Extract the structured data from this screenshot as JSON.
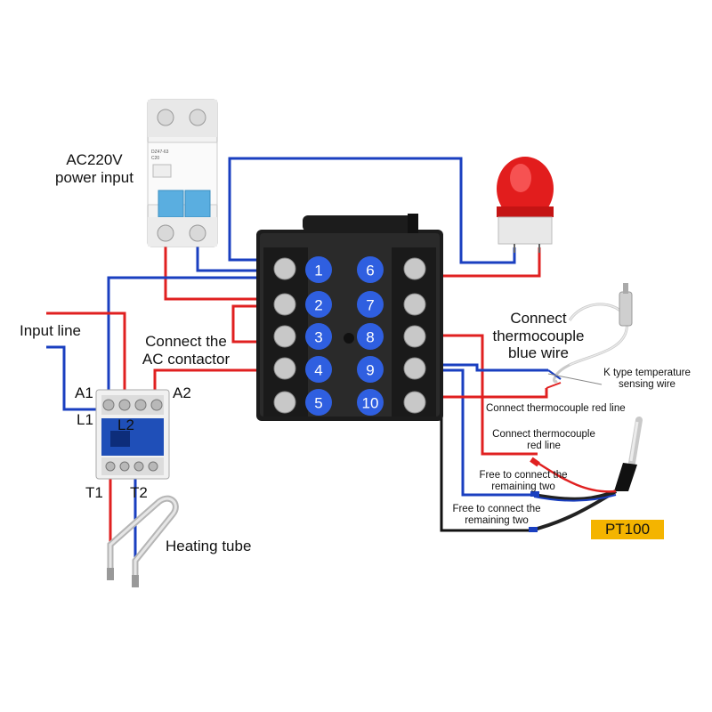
{
  "labels": {
    "power_input": "AC220V\npower input",
    "input_line": "Input line",
    "a1": "A1",
    "a2": "A2",
    "l1": "L1",
    "l2": "L2",
    "t1": "T1",
    "t2": "T2",
    "connect_ac_contactor": "Connect the\nAC contactor",
    "heating_tube": "Heating tube",
    "connect_tc_blue": "Connect\nthermocouple\nblue wire",
    "k_type": "K type temperature\nsensing wire",
    "connect_tc_red_1": "Connect thermocouple red line",
    "connect_tc_red_2": "Connect thermocouple\nred line",
    "free_connect_1": "Free to connect the\nremaining two",
    "free_connect_2": "Free to connect the\nremaining two",
    "pt100": "PT100"
  },
  "terminals_left": [
    "1",
    "2",
    "3",
    "4",
    "5"
  ],
  "terminals_right": [
    "6",
    "7",
    "8",
    "9",
    "10"
  ],
  "breaker": {
    "model": "DZ47-63",
    "rating": "C20"
  },
  "colors": {
    "red_wire": "#e02020",
    "blue_wire": "#1a3fc0",
    "black_wire": "#111111",
    "terminal_badge": "#2f5fe0",
    "controller_body": "#1c1c1c",
    "label_badge": "#f4b400"
  },
  "icons": [
    "circuit-breaker-icon",
    "warning-beacon-icon",
    "contactor-icon",
    "heating-tube-icon",
    "thermocouple-icon",
    "pt100-probe-icon"
  ]
}
